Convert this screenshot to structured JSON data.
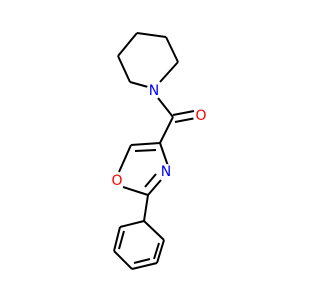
{
  "molecule": {
    "colors": {
      "bond": "#000000",
      "nitrogen": "#0000ff",
      "oxygen": "#ff0000",
      "background": "#ffffff"
    },
    "atom_labels": {
      "piperidine_n": "N",
      "carbonyl_o": "O",
      "oxazole_o": "O",
      "oxazole_n": "N"
    }
  }
}
